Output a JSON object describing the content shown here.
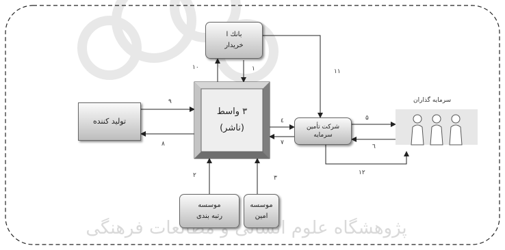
{
  "nodes": {
    "bank": {
      "line1": "بانك ا",
      "line2": "خريدار"
    },
    "broker": {
      "line1": "۳ واسط",
      "line2": "(ناشر)"
    },
    "producer": {
      "line1": "توليد كننده"
    },
    "company": {
      "line1": "شركت تأمين",
      "line2": "سرمايه"
    },
    "investors": {
      "line1": "سرمايه گذاران"
    },
    "rating": {
      "line1": "موسسه",
      "line2": "رتبه بندی"
    },
    "trustee": {
      "line1": "موسسه",
      "line2": "امين"
    }
  },
  "edge_labels": {
    "e1": "۱",
    "e2": "۲",
    "e3": "۳",
    "e4": "٤",
    "e5": "۵",
    "e6": "٦",
    "e7": "۷",
    "e8": "۸",
    "e9": "۹",
    "e10": "۱۰",
    "e11": "۱۱",
    "e12": "۱۲"
  },
  "watermark": "پژوهشگاه علوم انسانی و مطالعات فرهنگی"
}
